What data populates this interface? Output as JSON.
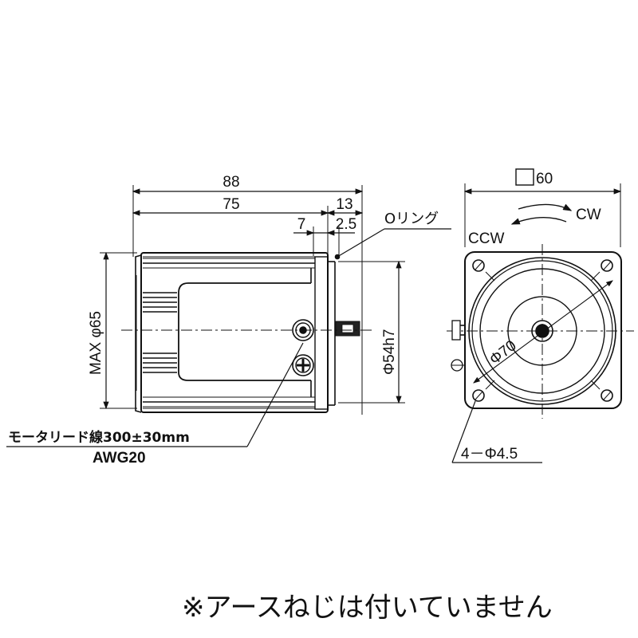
{
  "drawing": {
    "side_view": {
      "dimensions": {
        "overall_length": "88",
        "body_length": "75",
        "shaft_section": "13",
        "flange_offset": "7",
        "shaft_step": "2.5",
        "max_diameter": "MAX φ65",
        "pilot_diameter": "Φ54h7"
      },
      "labels": {
        "o_ring": "Oリング",
        "lead_wire": "モータリード線300±30mm",
        "wire_gauge": "AWG20"
      }
    },
    "front_view": {
      "dimensions": {
        "square": "60",
        "bolt_circle": "Φ70",
        "mounting_holes": "4－Φ4.5"
      },
      "labels": {
        "cw": "CW",
        "ccw": "CCW"
      }
    },
    "footnote": "※アースねじは付いていません"
  },
  "colors": {
    "line": "#111111",
    "shade": "#9a9a9a",
    "background": "#ffffff"
  }
}
